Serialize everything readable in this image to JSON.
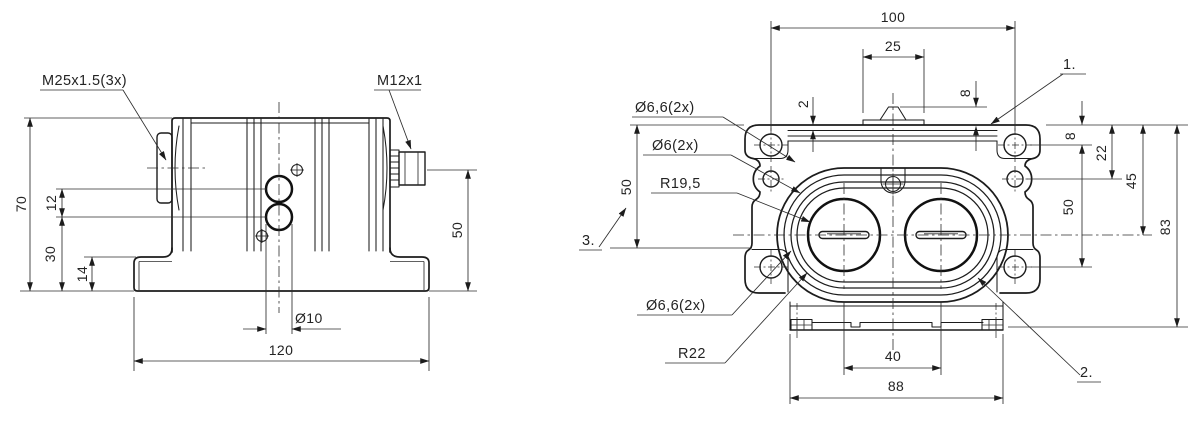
{
  "side_view": {
    "callouts": {
      "gland_thread": "M25x1.5(3x)",
      "connector_thread": "M12x1"
    },
    "dims": {
      "overall_height": "70",
      "port_offset": "12",
      "port_base_height": "30",
      "foot_thickness": "14",
      "connector_axis_height": "50",
      "port_diameter": "Ø10",
      "base_width": "120"
    }
  },
  "top_view": {
    "callouts": {
      "corner_holes_top": "Ø6,6(2x)",
      "side_holes": "Ø6(2x)",
      "bore_radius": "R19,5",
      "corner_holes_bottom": "Ø6,6(2x)",
      "boss_radius": "R22",
      "ref_1": "1.",
      "ref_2": "2.",
      "ref_3": "3."
    },
    "dims": {
      "hole_span": "100",
      "tab_width": "25",
      "plate_thickness": "2",
      "tab_height": "8",
      "edge_to_hole": "8",
      "edge_to_side_hole": "22",
      "edge_to_axis": "45",
      "hole_row_spacing": "50",
      "shoulder_height": "50",
      "overall_height": "83",
      "bore_spacing": "40",
      "base_width": "88"
    }
  },
  "colors": {
    "line": "#1c1c1c",
    "background": "#ffffff"
  }
}
